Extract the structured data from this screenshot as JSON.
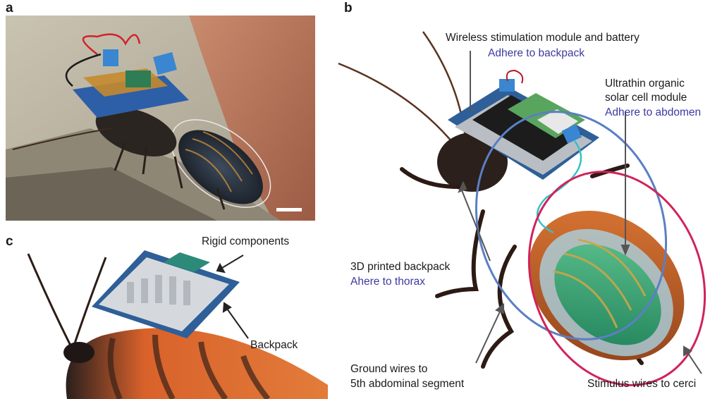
{
  "panels": {
    "a": "a",
    "b": "b",
    "c": "c"
  },
  "panel_b": {
    "wireless_module": "Wireless stimulation module and battery",
    "adhere_backpack": "Adhere to backpack",
    "solar_line1": "Ultrathin organic",
    "solar_line2": "solar cell module",
    "adhere_abdomen": "Adhere to abdomen",
    "printed_backpack": "3D printed backpack",
    "adhere_thorax": "Ahere to thorax",
    "ground_line1": "Ground wires to",
    "ground_line2": "5th abdominal segment",
    "stimulus_wires": "Stimulus wires to cerci"
  },
  "panel_c": {
    "rigid_components": "Rigid components",
    "backpack": "Backpack"
  },
  "colors": {
    "label_blue": "#3d3aa0",
    "outline_blue": "#5b7fc4",
    "outline_red": "#d0235a",
    "backpack_blue": "#2e5f98",
    "insect_orange": "#d9622b"
  }
}
